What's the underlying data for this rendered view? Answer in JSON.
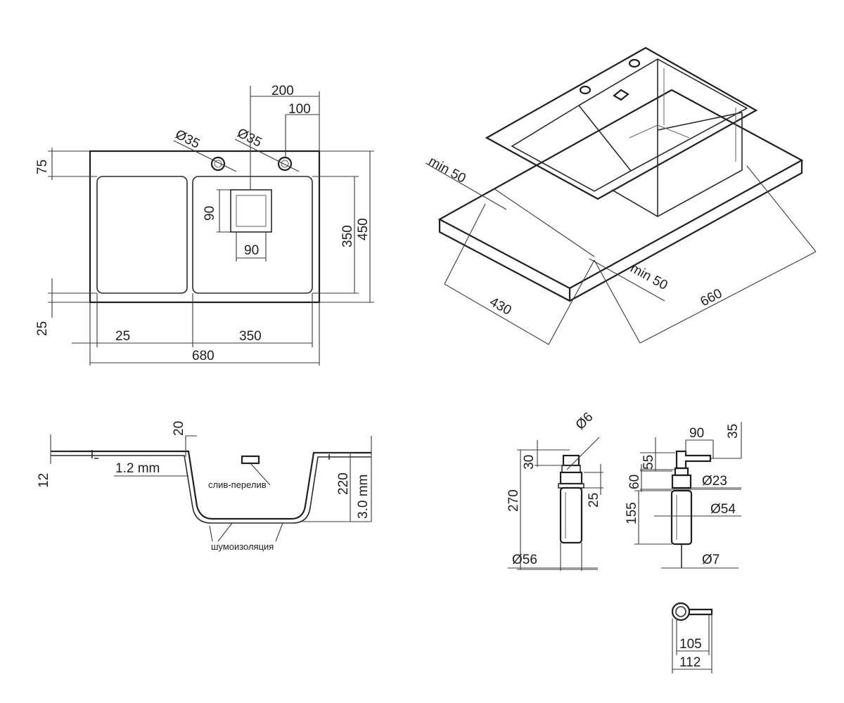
{
  "top_view": {
    "dim_200": "200",
    "dim_100": "100",
    "dia_left_hole": "Ø35",
    "dia_right_hole": "Ø35",
    "dim_75": "75",
    "dim_90_vertical": "90",
    "dim_90_horizontal": "90",
    "dim_350_vertical": "350",
    "dim_450": "450",
    "dim_25_vertical": "25",
    "dim_25_horizontal": "25",
    "dim_350_horizontal": "350",
    "dim_680": "680"
  },
  "iso_view": {
    "min_50_left": "min 50",
    "min_50_right": "min 50",
    "dim_430": "430",
    "dim_660": "660"
  },
  "section_view": {
    "dim_20": "20",
    "dim_12": "12",
    "label_thickness_top": "1.2 mm",
    "label_overflow": "слив-перелив",
    "dim_220": "220",
    "label_thickness_bowl": "3.0 mm",
    "label_insulation": "шумоизоляция"
  },
  "dispenser_view": {
    "dim_30": "30",
    "dia_6": "Ø6",
    "dim_270": "270",
    "dim_25": "25",
    "dia_56": "Ø56",
    "dim_90": "90",
    "dim_35": "35",
    "dim_55": "55",
    "dim_60": "60",
    "dia_23": "Ø23",
    "dim_155": "155",
    "dia_54": "Ø54",
    "dia_7": "Ø7",
    "dim_105": "105",
    "dim_112": "112"
  }
}
